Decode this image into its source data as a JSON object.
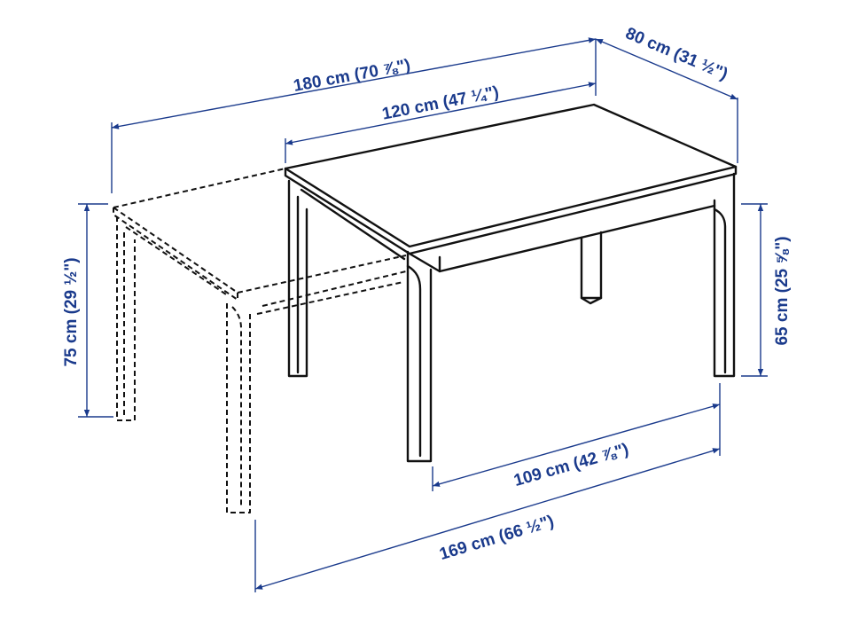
{
  "colors": {
    "dimension": "#1a3a8c",
    "line": "#111111",
    "background": "#ffffff"
  },
  "dimensions": {
    "extended_length": "180 cm (70 ⅞\")",
    "length": "120 cm (47 ¼\")",
    "width": "80 cm (31 ½\")",
    "height": "75 cm (29 ½\")",
    "leg_clearance": "65 cm (25 ⅝\")",
    "leg_span_short": "109 cm (42 ⅞\")",
    "leg_span_long": "169 cm (66 ½\")"
  }
}
